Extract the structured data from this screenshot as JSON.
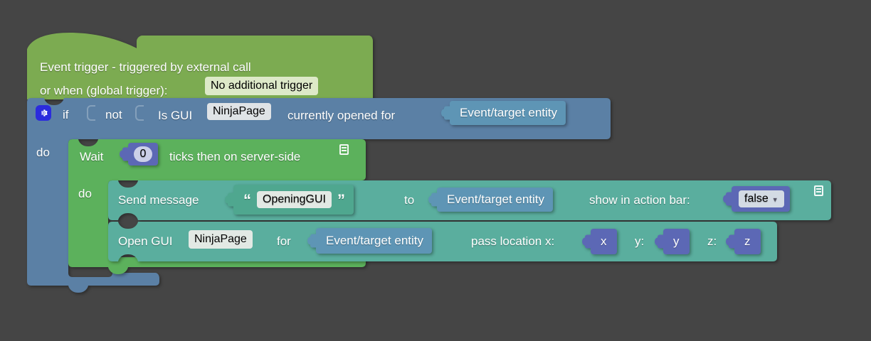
{
  "app": {
    "background_color": "#454545",
    "type": "blockly-procedure-editor"
  },
  "colors": {
    "event_block": "#7cab51",
    "control_block": "#5b80a5",
    "wait_block": "#5cb15c",
    "action_block": "#5aae9e",
    "text_block": "#4fa78f",
    "entity_value": "#5e95b5",
    "number_value": "#5c68b5",
    "gear_button": "#2b2bdd"
  },
  "event_block": {
    "line1": "Event trigger - triggered by external call",
    "line2": "or when (global trigger):",
    "trigger_dropdown": "No additional trigger"
  },
  "if_block": {
    "gear_icon": "gear-icon",
    "if_label": "if",
    "not_label": "not",
    "condition": {
      "prefix": "Is GUI",
      "gui_name": "NinjaPage",
      "middle": "currently opened for",
      "entity": "Event/target entity"
    },
    "do_label": "do"
  },
  "wait_block": {
    "prefix": "Wait",
    "ticks_value": "0",
    "suffix": "ticks then on server-side",
    "note_icon": "note-icon",
    "do_label": "do"
  },
  "send_message_block": {
    "prefix": "Send message",
    "quote_open": "“",
    "message_text": "OpeningGUI",
    "quote_close": "”",
    "to_label": "to",
    "entity": "Event/target entity",
    "action_bar_label": "show in action bar:",
    "action_bar_value": "false",
    "dropdown_arrow": "chevron-down-icon",
    "note_icon": "note-icon"
  },
  "open_gui_block": {
    "prefix": "Open GUI",
    "gui_name": "NinjaPage",
    "for_label": "for",
    "entity": "Event/target entity",
    "pass_location_label": "pass location x:",
    "x_value": "x",
    "y_label": "y:",
    "y_value": "y",
    "z_label": "z:",
    "z_value": "z"
  }
}
